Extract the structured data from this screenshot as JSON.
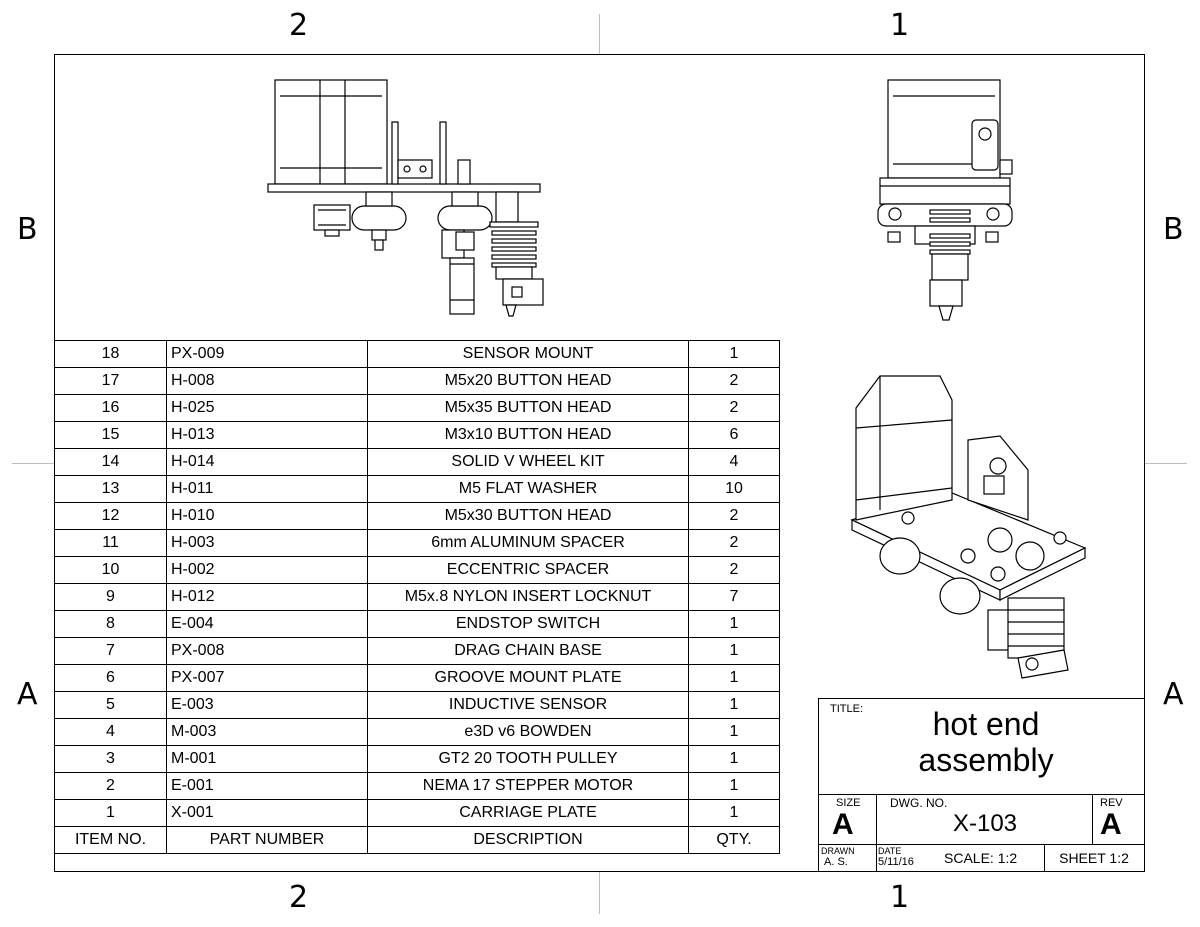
{
  "zones": {
    "top_left": "2",
    "top_right": "1",
    "bottom_left": "2",
    "bottom_right": "1",
    "left_upper": "B",
    "left_lower": "A",
    "right_upper": "B",
    "right_lower": "A"
  },
  "bom": {
    "headers": {
      "item": "ITEM NO.",
      "part": "PART NUMBER",
      "desc": "DESCRIPTION",
      "qty": "QTY."
    },
    "rows": [
      {
        "item": "18",
        "part": "PX-009",
        "desc": "SENSOR MOUNT",
        "qty": "1"
      },
      {
        "item": "17",
        "part": "H-008",
        "desc": "M5x20 BUTTON HEAD",
        "qty": "2"
      },
      {
        "item": "16",
        "part": "H-025",
        "desc": "M5x35 BUTTON HEAD",
        "qty": "2"
      },
      {
        "item": "15",
        "part": "H-013",
        "desc": "M3x10 BUTTON HEAD",
        "qty": "6"
      },
      {
        "item": "14",
        "part": "H-014",
        "desc": "SOLID V WHEEL KIT",
        "qty": "4"
      },
      {
        "item": "13",
        "part": "H-011",
        "desc": "M5 FLAT WASHER",
        "qty": "10"
      },
      {
        "item": "12",
        "part": "H-010",
        "desc": "M5x30 BUTTON HEAD",
        "qty": "2"
      },
      {
        "item": "11",
        "part": "H-003",
        "desc": "6mm ALUMINUM SPACER",
        "qty": "2"
      },
      {
        "item": "10",
        "part": "H-002",
        "desc": "ECCENTRIC SPACER",
        "qty": "2"
      },
      {
        "item": "9",
        "part": "H-012",
        "desc": "M5x.8 NYLON INSERT LOCKNUT",
        "qty": "7"
      },
      {
        "item": "8",
        "part": "E-004",
        "desc": "ENDSTOP SWITCH",
        "qty": "1"
      },
      {
        "item": "7",
        "part": "PX-008",
        "desc": "DRAG CHAIN BASE",
        "qty": "1"
      },
      {
        "item": "6",
        "part": "PX-007",
        "desc": "GROOVE MOUNT PLATE",
        "qty": "1"
      },
      {
        "item": "5",
        "part": "E-003",
        "desc": "INDUCTIVE SENSOR",
        "qty": "1"
      },
      {
        "item": "4",
        "part": "M-003",
        "desc": "e3D v6 BOWDEN",
        "qty": "1"
      },
      {
        "item": "3",
        "part": "M-001",
        "desc": "GT2 20 TOOTH PULLEY",
        "qty": "1"
      },
      {
        "item": "2",
        "part": "E-001",
        "desc": "NEMA 17 STEPPER MOTOR",
        "qty": "1"
      },
      {
        "item": "1",
        "part": "X-001",
        "desc": "CARRIAGE PLATE",
        "qty": "1"
      }
    ]
  },
  "title_block": {
    "title_label": "TITLE:",
    "title_line1": "hot end",
    "title_line2": "assembly",
    "size_label": "SIZE",
    "size_value": "A",
    "dwg_label": "DWG.  NO.",
    "dwg_value": "X-103",
    "rev_label": "REV",
    "rev_value": "A",
    "drawn_label": "DRAWN",
    "drawn_value": "A. S.",
    "date_label": "DATE",
    "date_value": "5/11/16",
    "scale": "SCALE: 1:2",
    "sheet": "SHEET 1:2"
  }
}
